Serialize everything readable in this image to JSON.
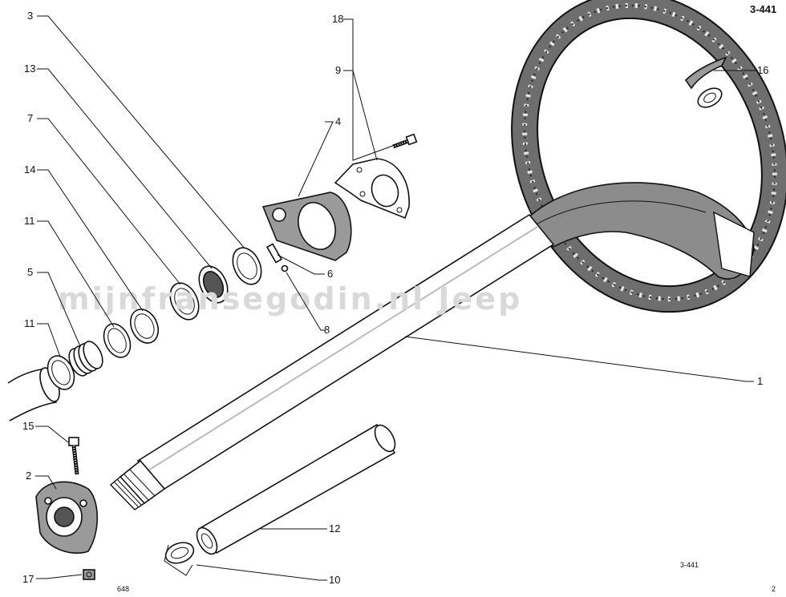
{
  "sheet": {
    "id": "3-441",
    "id_small": "3-441",
    "number_left": "648",
    "number_right": "2"
  },
  "watermark": "mijnfransegodin.nl  Jeep",
  "callouts": [
    {
      "key": "1",
      "label": "1"
    },
    {
      "key": "2",
      "label": "2"
    },
    {
      "key": "3",
      "label": "3"
    },
    {
      "key": "4",
      "label": "4"
    },
    {
      "key": "5",
      "label": "5"
    },
    {
      "key": "6",
      "label": "6"
    },
    {
      "key": "7",
      "label": "7"
    },
    {
      "key": "8",
      "label": "8"
    },
    {
      "key": "9",
      "label": "9"
    },
    {
      "key": "10",
      "label": "10"
    },
    {
      "key": "11a",
      "label": "11"
    },
    {
      "key": "11b",
      "label": "11"
    },
    {
      "key": "12",
      "label": "12"
    },
    {
      "key": "13",
      "label": "13"
    },
    {
      "key": "14",
      "label": "14"
    },
    {
      "key": "15",
      "label": "15"
    },
    {
      "key": "16",
      "label": "16"
    },
    {
      "key": "17",
      "label": "17"
    },
    {
      "key": "18",
      "label": "18"
    }
  ]
}
